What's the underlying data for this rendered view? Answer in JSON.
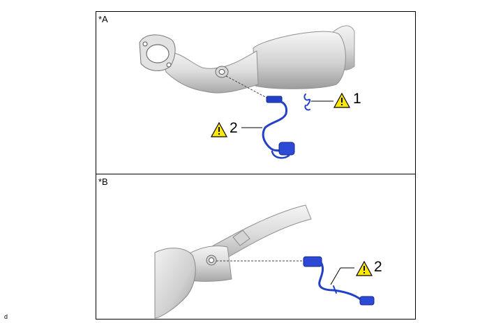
{
  "panels": [
    {
      "label": "*A",
      "callouts": [
        "1",
        "2"
      ]
    },
    {
      "label": "*B",
      "callouts": [
        "2"
      ]
    }
  ],
  "footer_code": "d",
  "colors": {
    "sensor": "#2340c8",
    "pipe_light": "#eeeeee",
    "pipe_dark": "#a8a8a8",
    "warning": "#ffe800"
  },
  "icons": [
    "caution-triangle-icon"
  ]
}
